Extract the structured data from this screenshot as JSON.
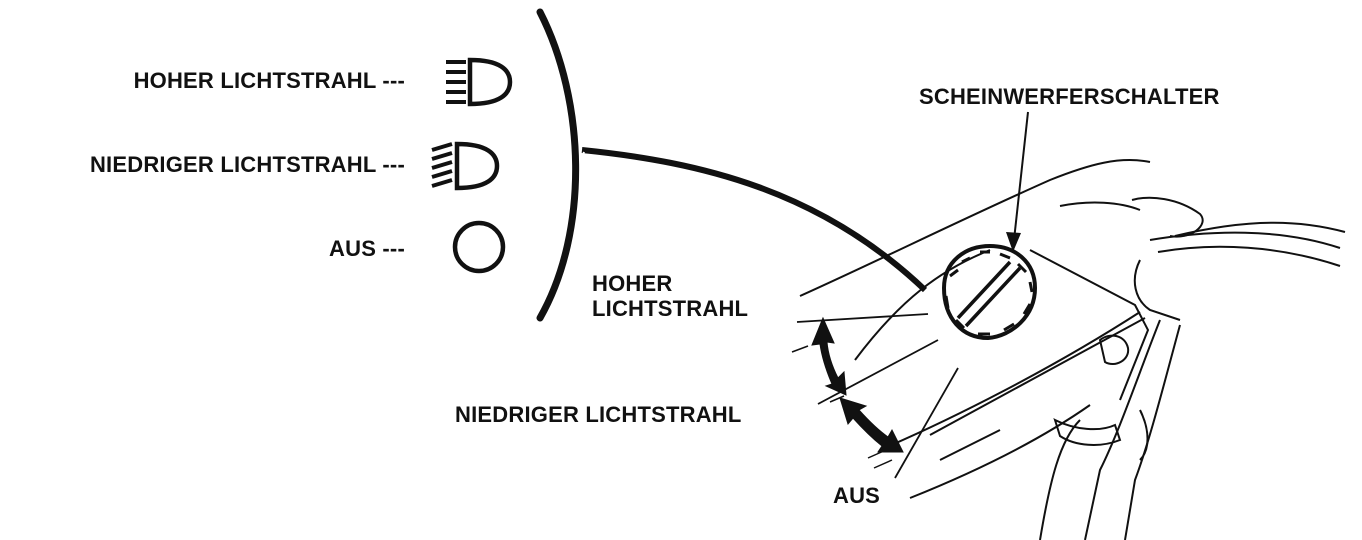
{
  "legend": {
    "high": "HOHER LICHTSTRAHL ---",
    "low": "NIEDRIGER LICHTSTRAHL ---",
    "off": "AUS ---"
  },
  "labels": {
    "switch": "SCHEINWERFERSCHALTER",
    "position_high_line1": "HOHER",
    "position_high_line2": "LICHTSTRAHL",
    "position_low": "NIEDRIGER LICHTSTRAHL",
    "position_off": "AUS"
  },
  "icons": {
    "high": "high-beam-icon",
    "low": "low-beam-icon",
    "off": "lights-off-icon"
  },
  "colors": {
    "ink": "#111111",
    "background": "#ffffff"
  }
}
